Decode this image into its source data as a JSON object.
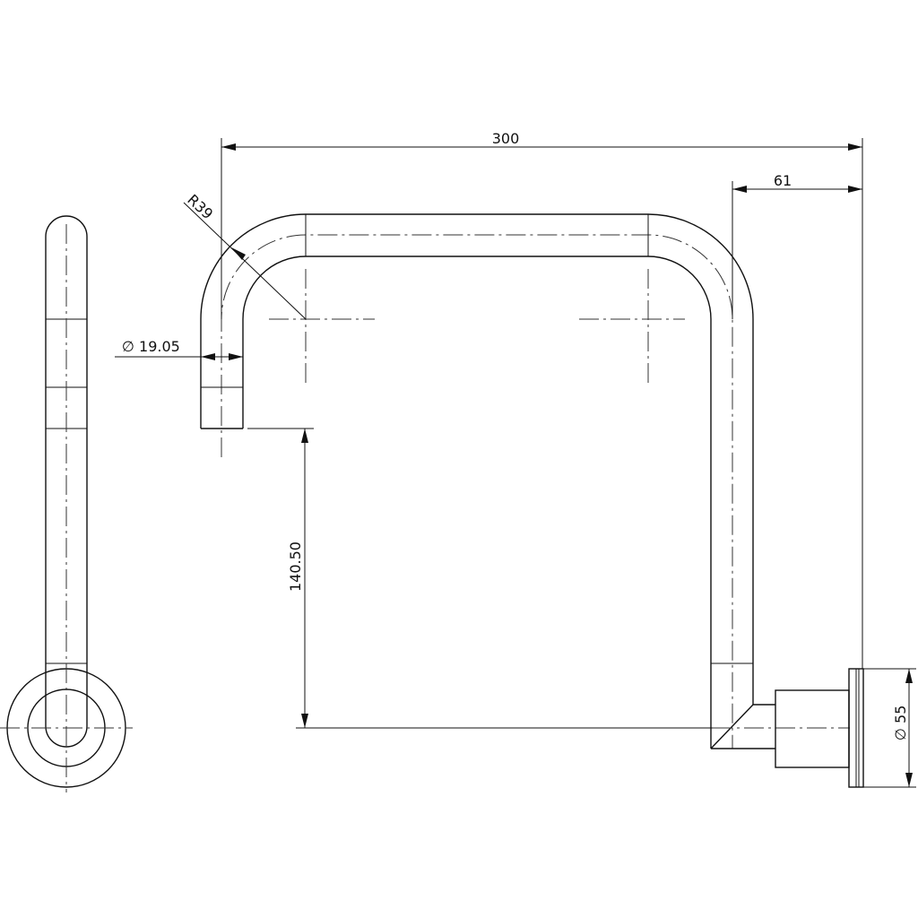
{
  "dimensions": {
    "overall_width": "300",
    "wall_offset": "61",
    "bend_radius": "R39",
    "pipe_diameter": "∅ 19.05",
    "drop_height": "140.50",
    "flange_diameter": "∅ 55"
  },
  "colors": {
    "line": "#111111",
    "background": "#ffffff"
  }
}
